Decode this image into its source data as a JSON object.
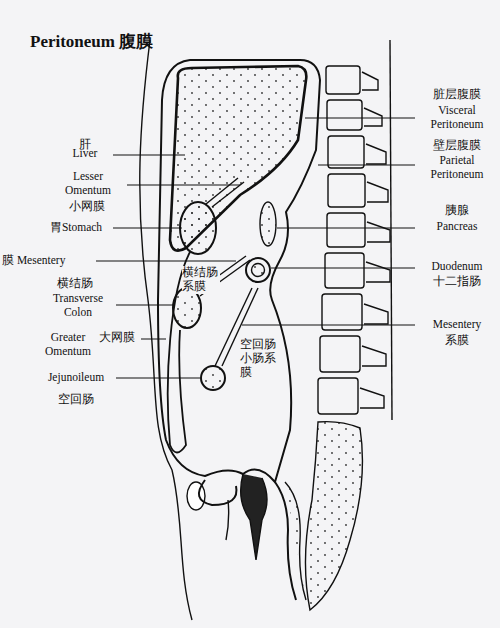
{
  "diagram": {
    "title": "Peritoneum 腹膜",
    "labels": [
      "肝",
      "Liver",
      "Lesser Omentum",
      "小网膜",
      "胃Stomach",
      "膜 Mesentery",
      "横结肠",
      "Transverse Colon",
      "Greater Omentum",
      "大网膜",
      "Jejunoileum",
      "空回肠",
      "脏层腹膜",
      "Visceral Peritoneum",
      "壁层腹膜",
      "Parietal Peritoneum",
      "胰腺",
      "Pancreas",
      "Duodenum",
      "十二指肠",
      "Mesentery",
      "系膜",
      "横结肠系膜",
      "空回肠小肠系膜"
    ]
  }
}
